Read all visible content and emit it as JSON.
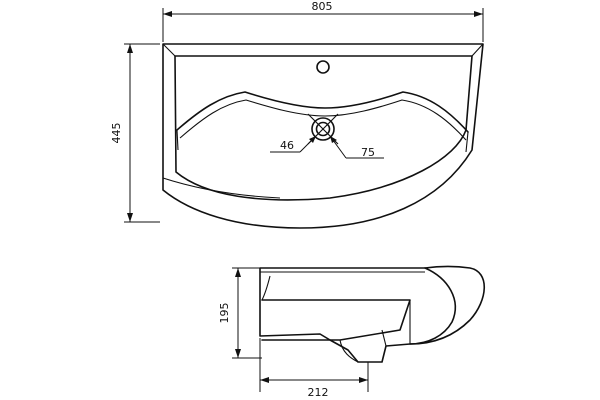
{
  "dimensions": {
    "width": "805",
    "depth": "445",
    "drain_inner": "46",
    "drain_outer": "75",
    "height": "195",
    "drain_offset": "212"
  }
}
